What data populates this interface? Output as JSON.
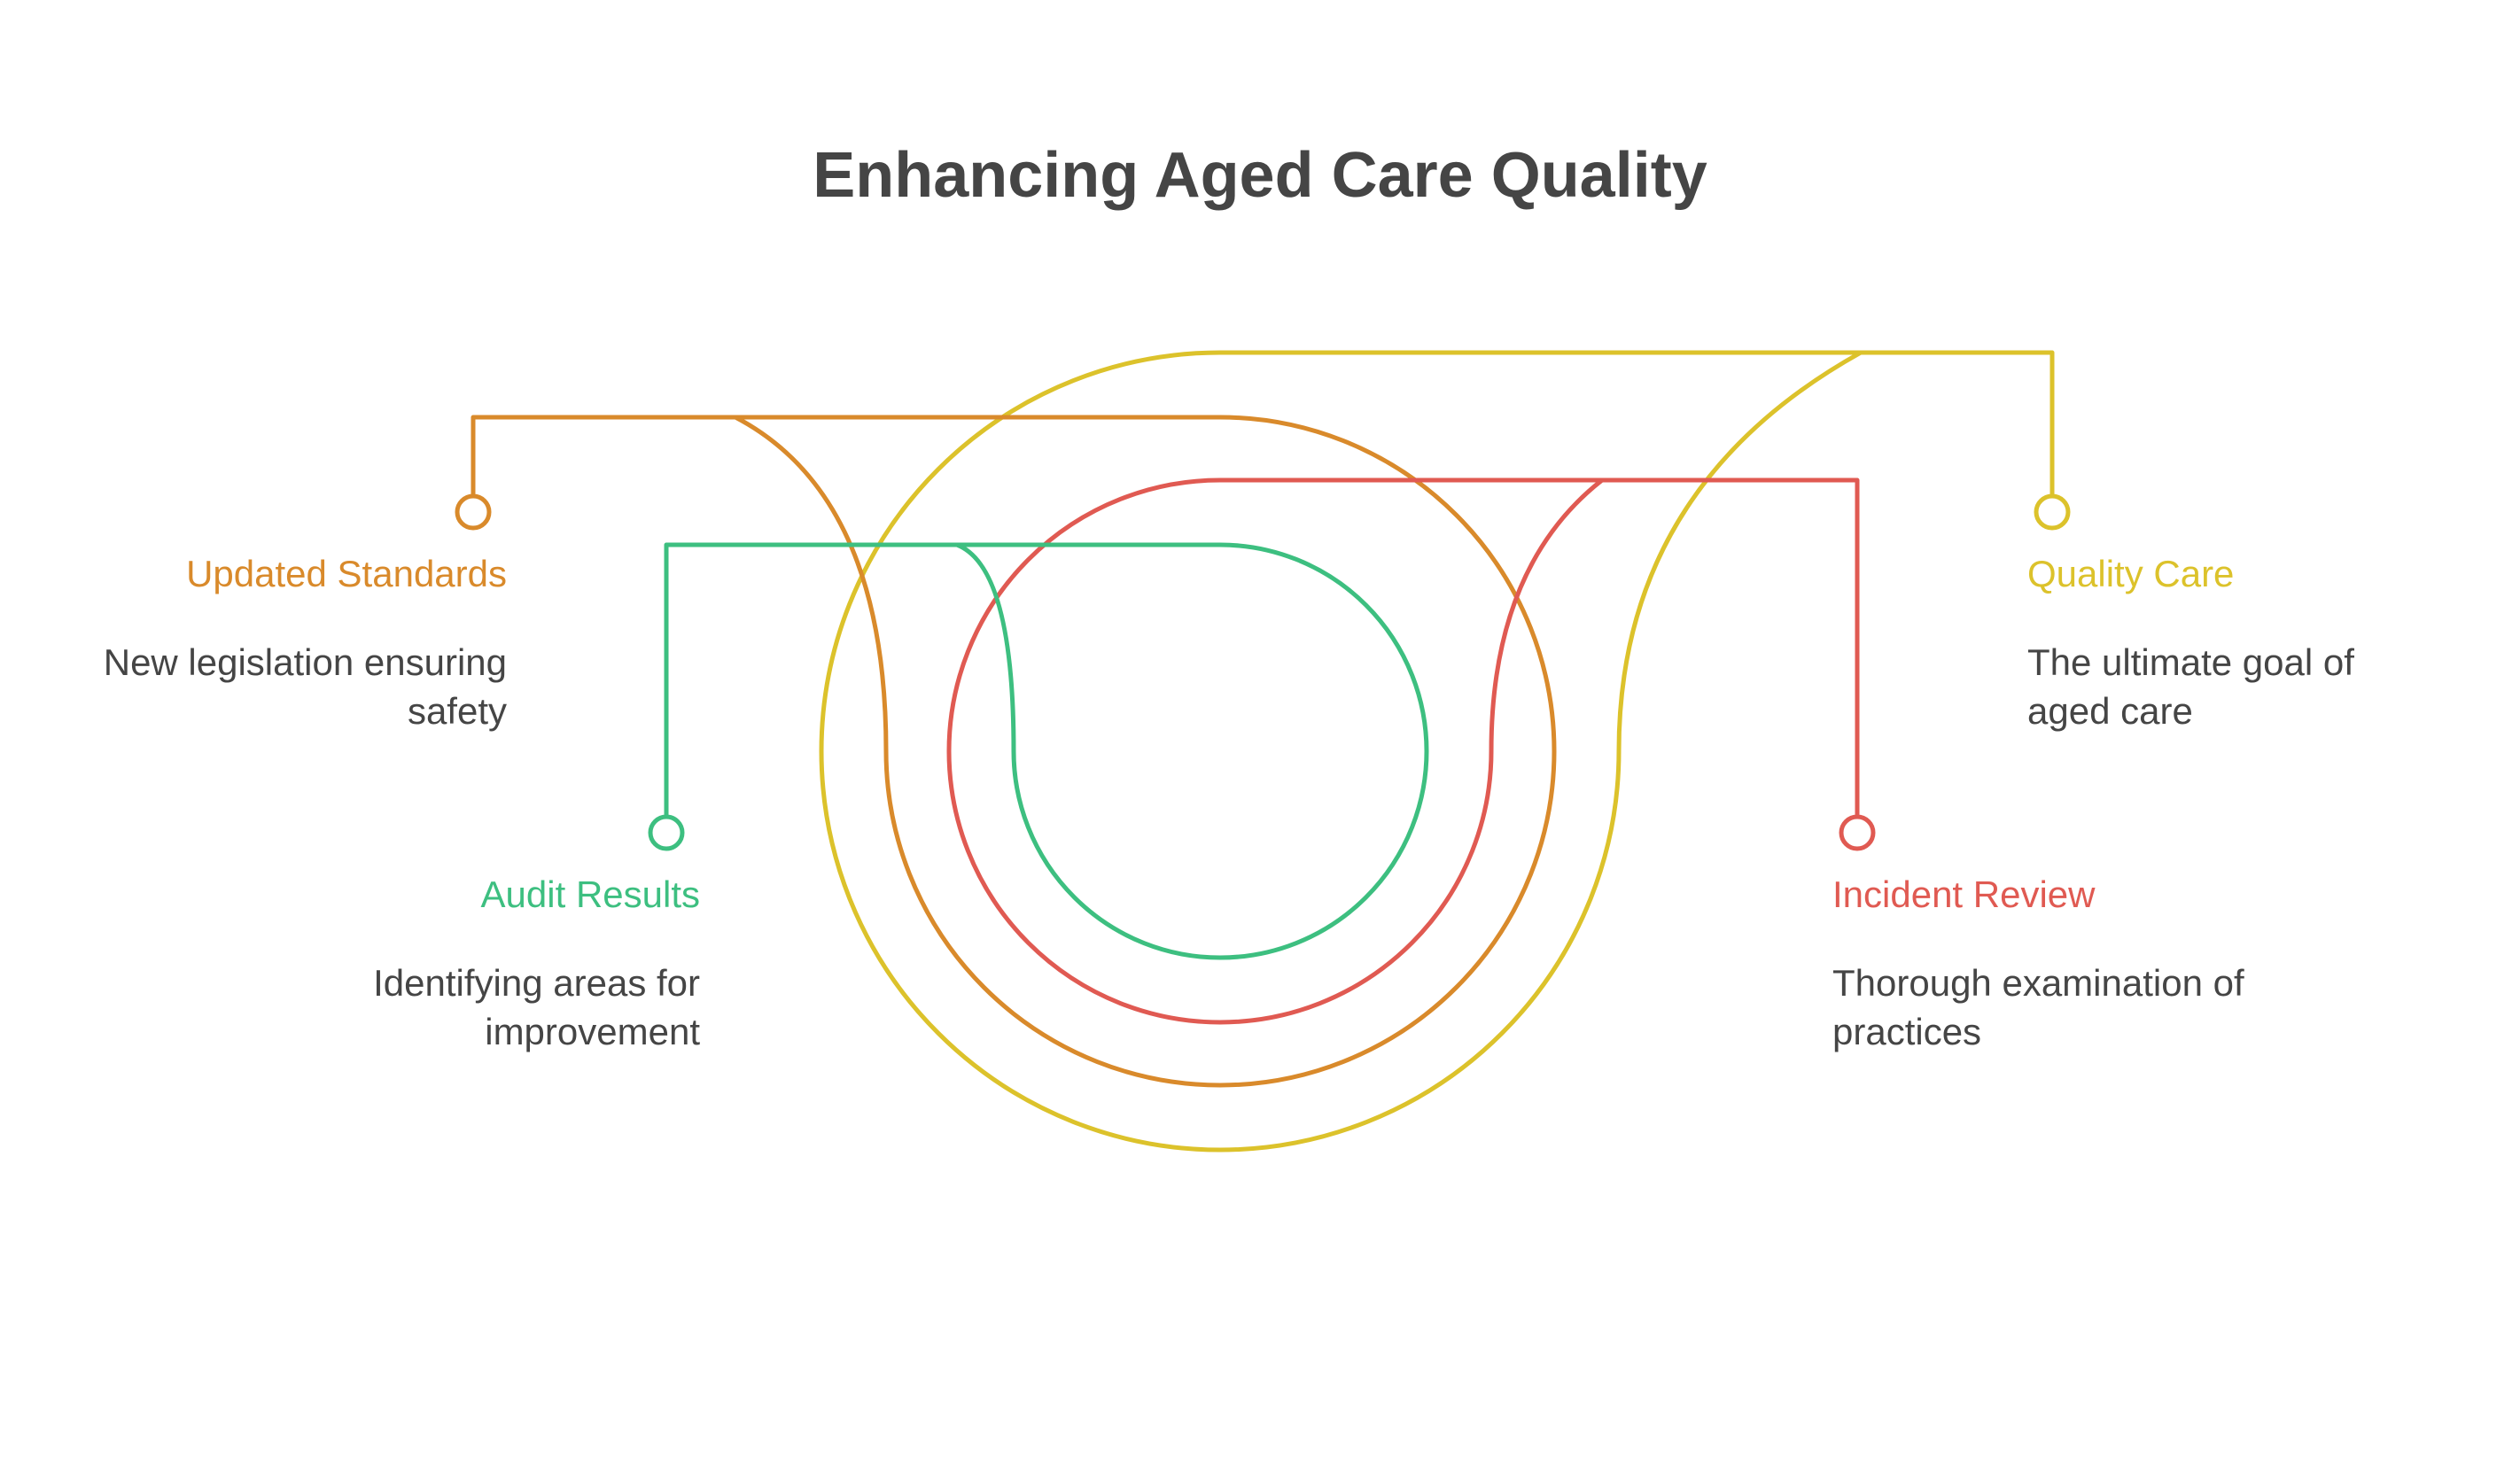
{
  "title": "Enhancing Aged Care Quality",
  "colors": {
    "orange": "#d98a2b",
    "yellow": "#dcc22b",
    "red": "#e05a52",
    "green": "#3dbf80",
    "text": "#454545"
  },
  "items": [
    {
      "key": "updated-standards",
      "label": "Updated Standards",
      "description": "New legislation ensuring safety",
      "color": "#d98a2b"
    },
    {
      "key": "audit-results",
      "label": "Audit Results",
      "description": "Identifying areas for improvement",
      "color": "#3dbf80"
    },
    {
      "key": "quality-care",
      "label": "Quality Care",
      "description": "The ultimate goal of aged care",
      "color": "#dcc22b"
    },
    {
      "key": "incident-review",
      "label": "Incident Review",
      "description": "Thorough examination of practices",
      "color": "#e05a52"
    }
  ]
}
